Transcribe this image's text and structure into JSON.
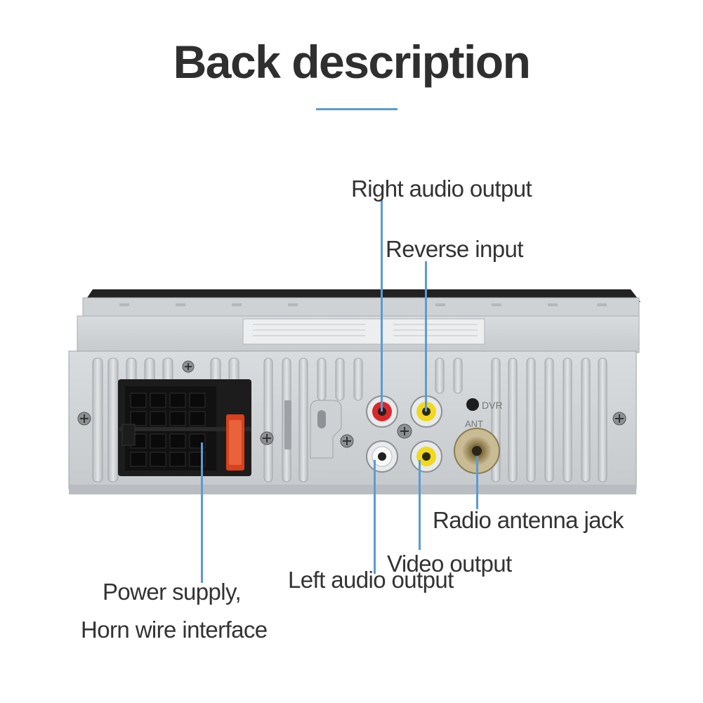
{
  "title": "Back description",
  "accent_color": "#5b9bd5",
  "device": {
    "ports": [
      {
        "name": "right-audio",
        "color": "#d8282a"
      },
      {
        "name": "reverse",
        "color": "#f2d91b"
      },
      {
        "name": "left-audio",
        "color": "#f2f2f2"
      },
      {
        "name": "video",
        "color": "#f2d91b"
      }
    ],
    "dvr_label": "DVR",
    "ant_label": "ANT"
  },
  "labels": {
    "right_audio": "Right audio output",
    "reverse": "Reverse input",
    "radio_antenna": "Radio antenna jack",
    "video": "Video output",
    "left_audio": "Left audio output",
    "power_line1": "Power supply,",
    "power_line2": "Horn wire interface"
  }
}
